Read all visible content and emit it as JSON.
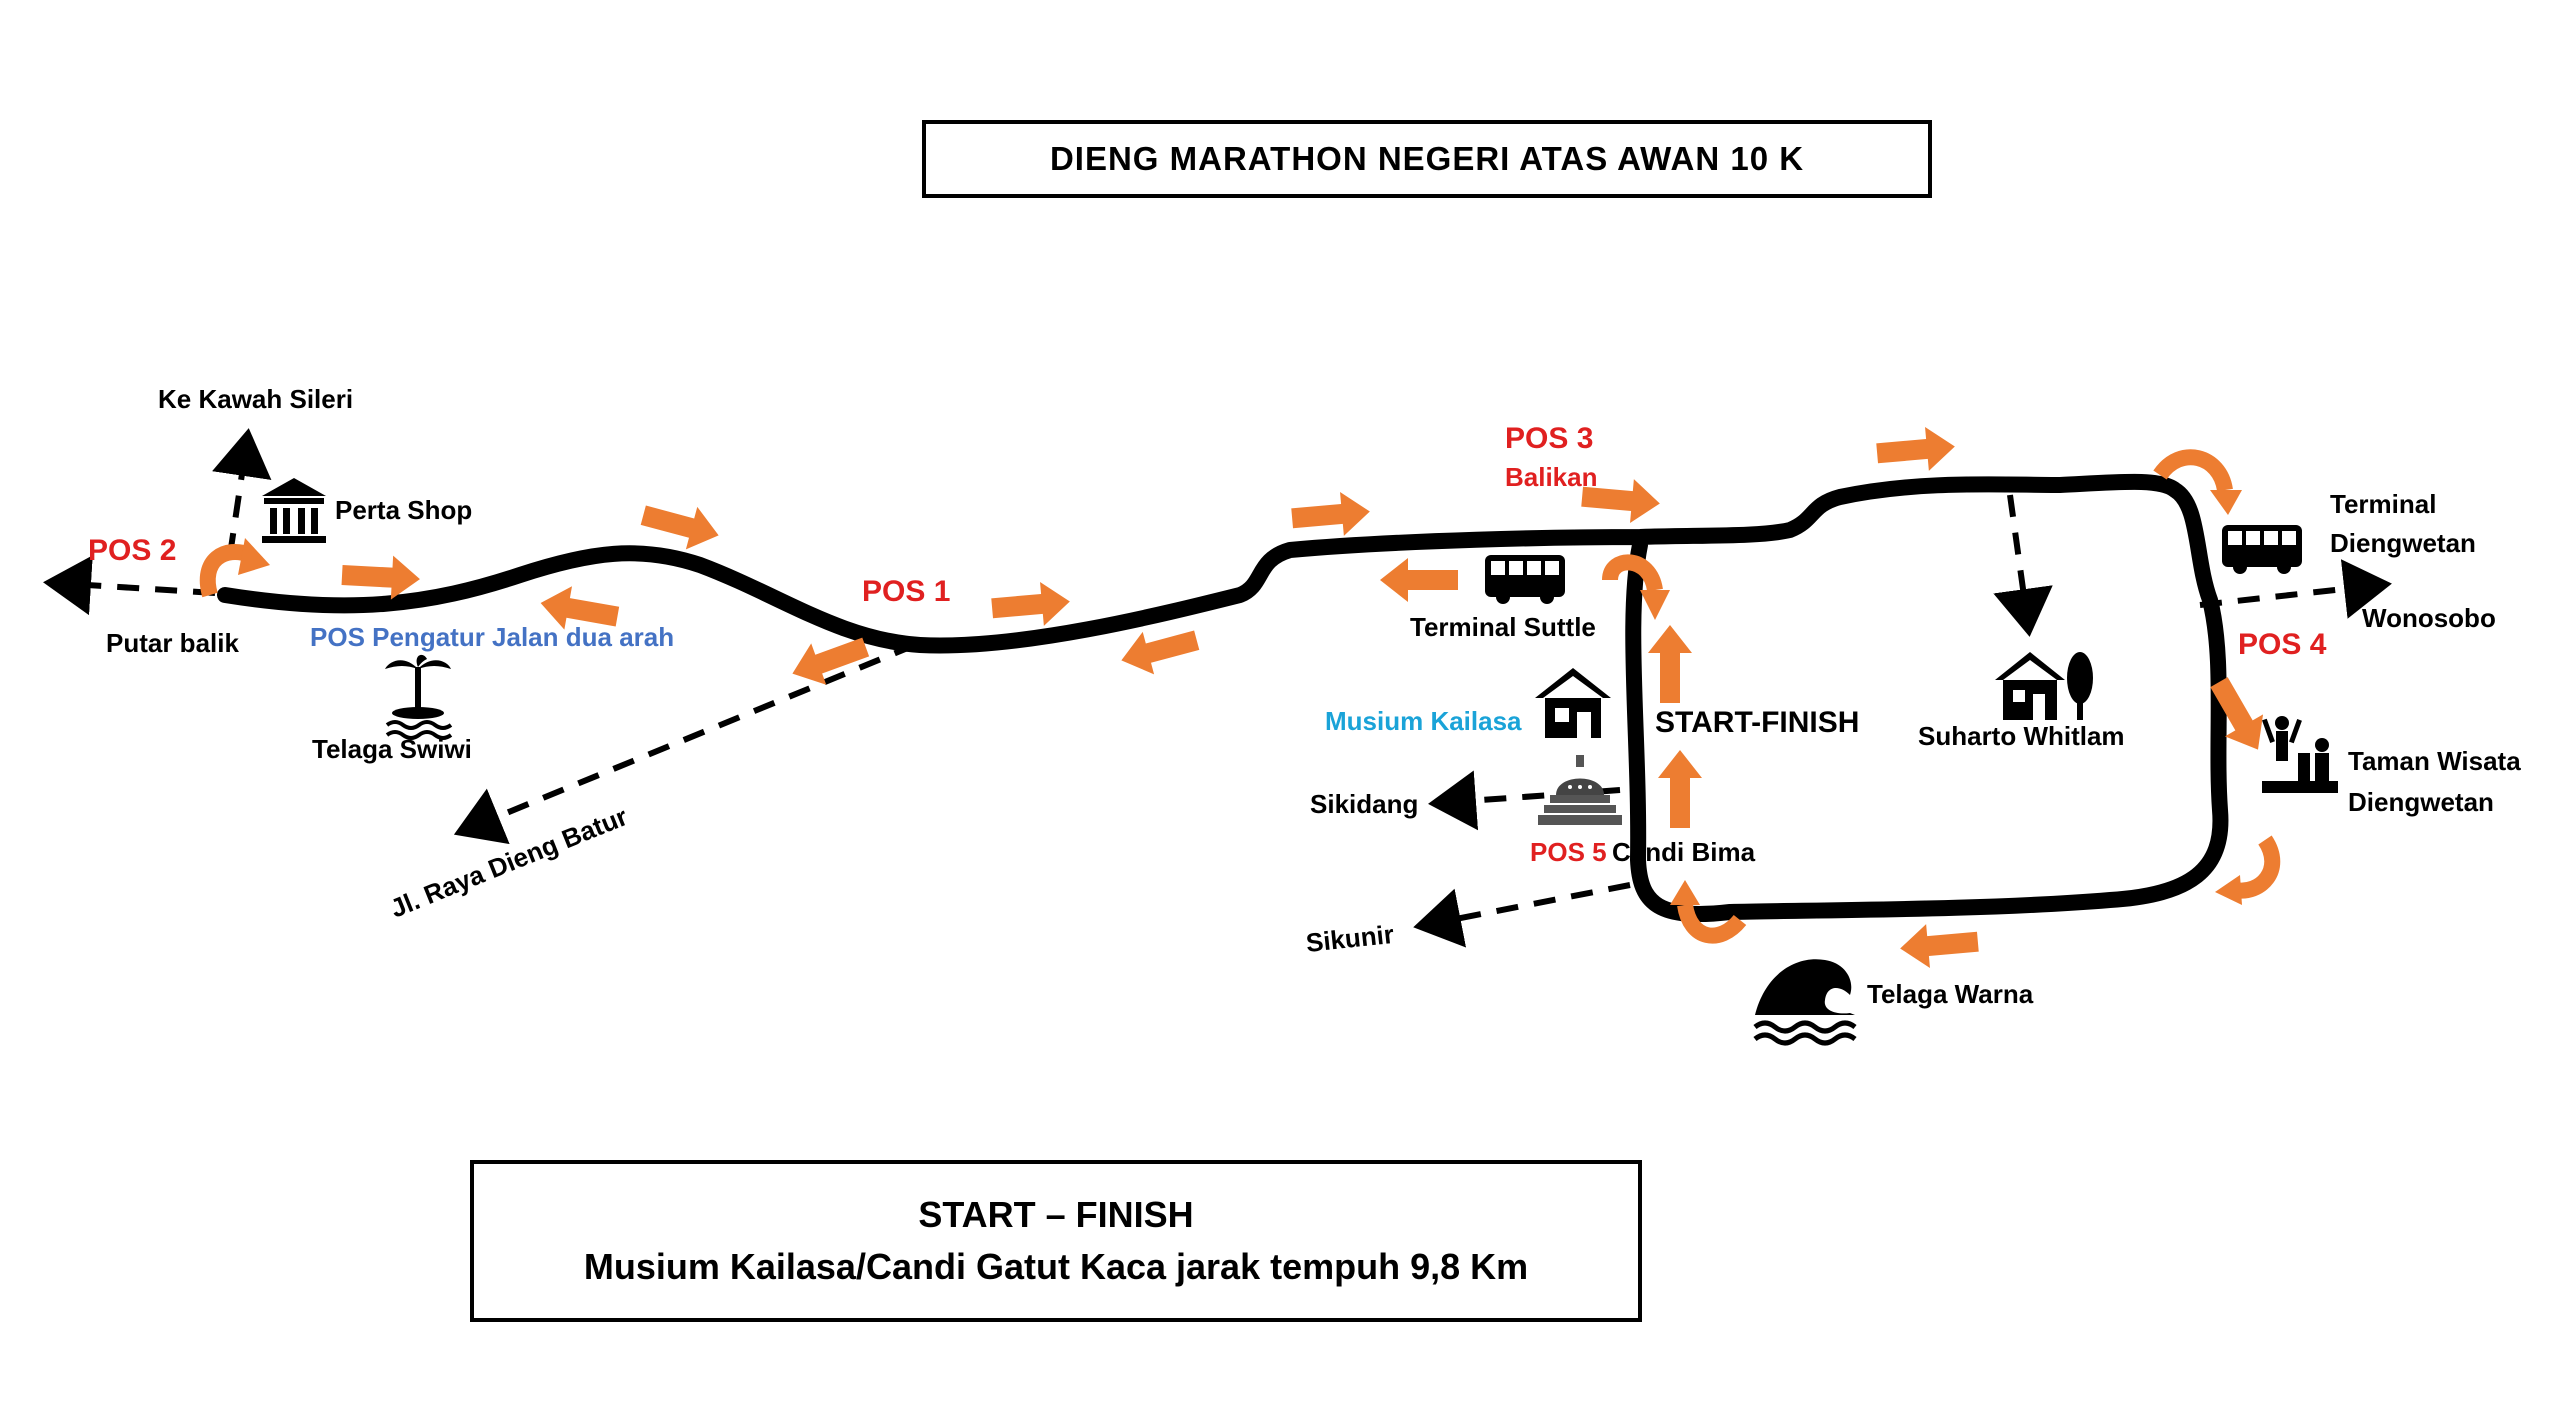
{
  "title": "DIENG MARATHON NEGERI ATAS AWAN 10 K",
  "info": {
    "heading": "START – FINISH",
    "detail": "Musium Kailasa/Candi Gatut Kaca jarak tempuh 9,8 Km"
  },
  "labels": {
    "pos1": "POS 1",
    "pos2": "POS 2",
    "pos3": "POS 3",
    "balikan": "Balikan",
    "pos4": "POS 4",
    "pos5": "POS 5",
    "candi_bima": "Candi Bima",
    "ke_kawah_sileri": "Ke Kawah Sileri",
    "perta_shop": "Perta Shop",
    "putar_balik": "Putar balik",
    "pos_pengatur": "POS Pengatur Jalan dua arah",
    "telaga_swiwi": "Telaga Swiwi",
    "jl_raya": "Jl. Raya Dieng Batur",
    "terminal_suttle": "Terminal Suttle",
    "musium_kailasa": "Musium Kailasa",
    "start_finish": "START-FINISH",
    "sikidang": "Sikidang",
    "sikunir": "Sikunir",
    "telaga_warna": "Telaga Warna",
    "suharto_whitlam": "Suharto Whitlam",
    "terminal_diengwetan_1": "Terminal",
    "terminal_diengwetan_2": "Diengwetan",
    "wonosobo": "Wonosobo",
    "taman_wisata_1": "Taman Wisata",
    "taman_wisata_2": "Diengwetan"
  },
  "icons": [
    "bank-icon",
    "palm-island-icon",
    "bus-icon",
    "house-icon",
    "stupa-icon",
    "wave-icon",
    "house-tree-icon",
    "people-monument-icon"
  ],
  "colors": {
    "route": "#000000",
    "arrow": "#ed7d31",
    "pos_red": "#e02020",
    "pos_blue": "#4472c4",
    "musium_cyan": "#1aa3d8"
  }
}
